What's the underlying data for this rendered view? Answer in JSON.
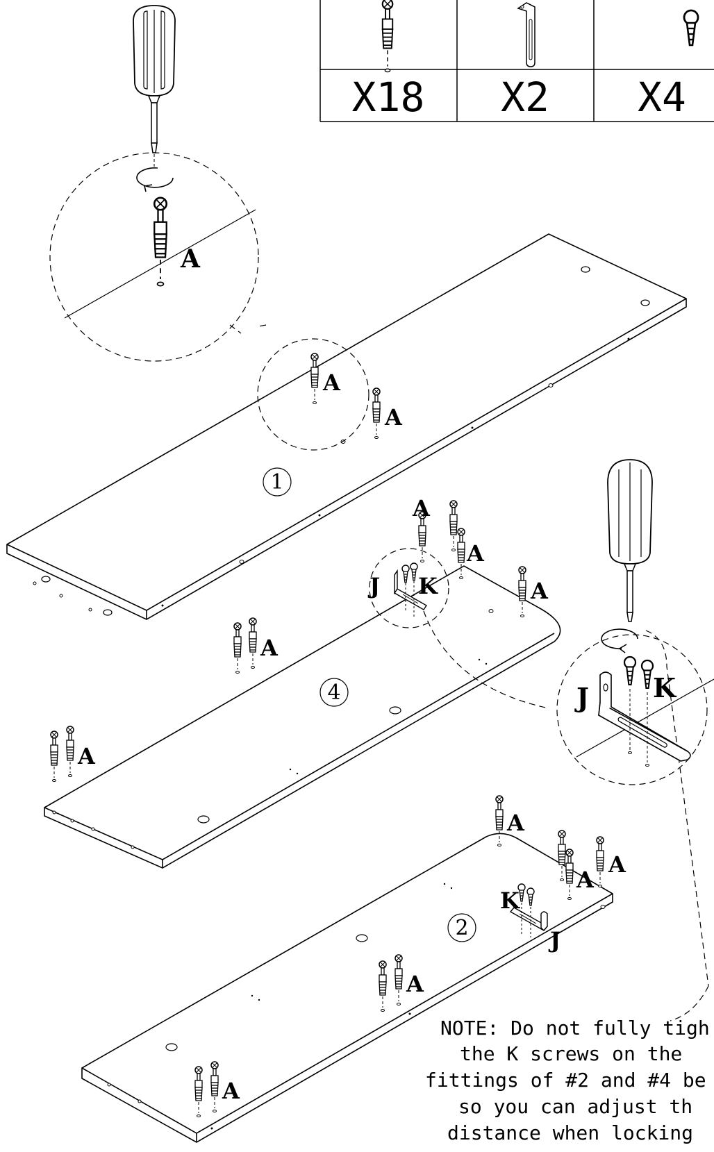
{
  "parts_table": {
    "items": [
      {
        "icon": "cam-bolt-icon",
        "quantity": "X18"
      },
      {
        "icon": "l-bracket-icon",
        "quantity": "X2"
      },
      {
        "icon": "wood-screw-icon",
        "quantity": "X4"
      }
    ]
  },
  "labels": {
    "cam_bolt": "A",
    "bracket": "J",
    "screw": "K"
  },
  "panels": {
    "panel_1": "1",
    "panel_2": "2",
    "panel_4": "4"
  },
  "note": {
    "lines": [
      "NOTE: Do not fully tigh",
      "the K screws on the",
      "fittings of #2 and #4 be",
      "so you can adjust th",
      "distance when locking"
    ]
  },
  "colors": {
    "ink": "#000000",
    "background": "#ffffff"
  }
}
